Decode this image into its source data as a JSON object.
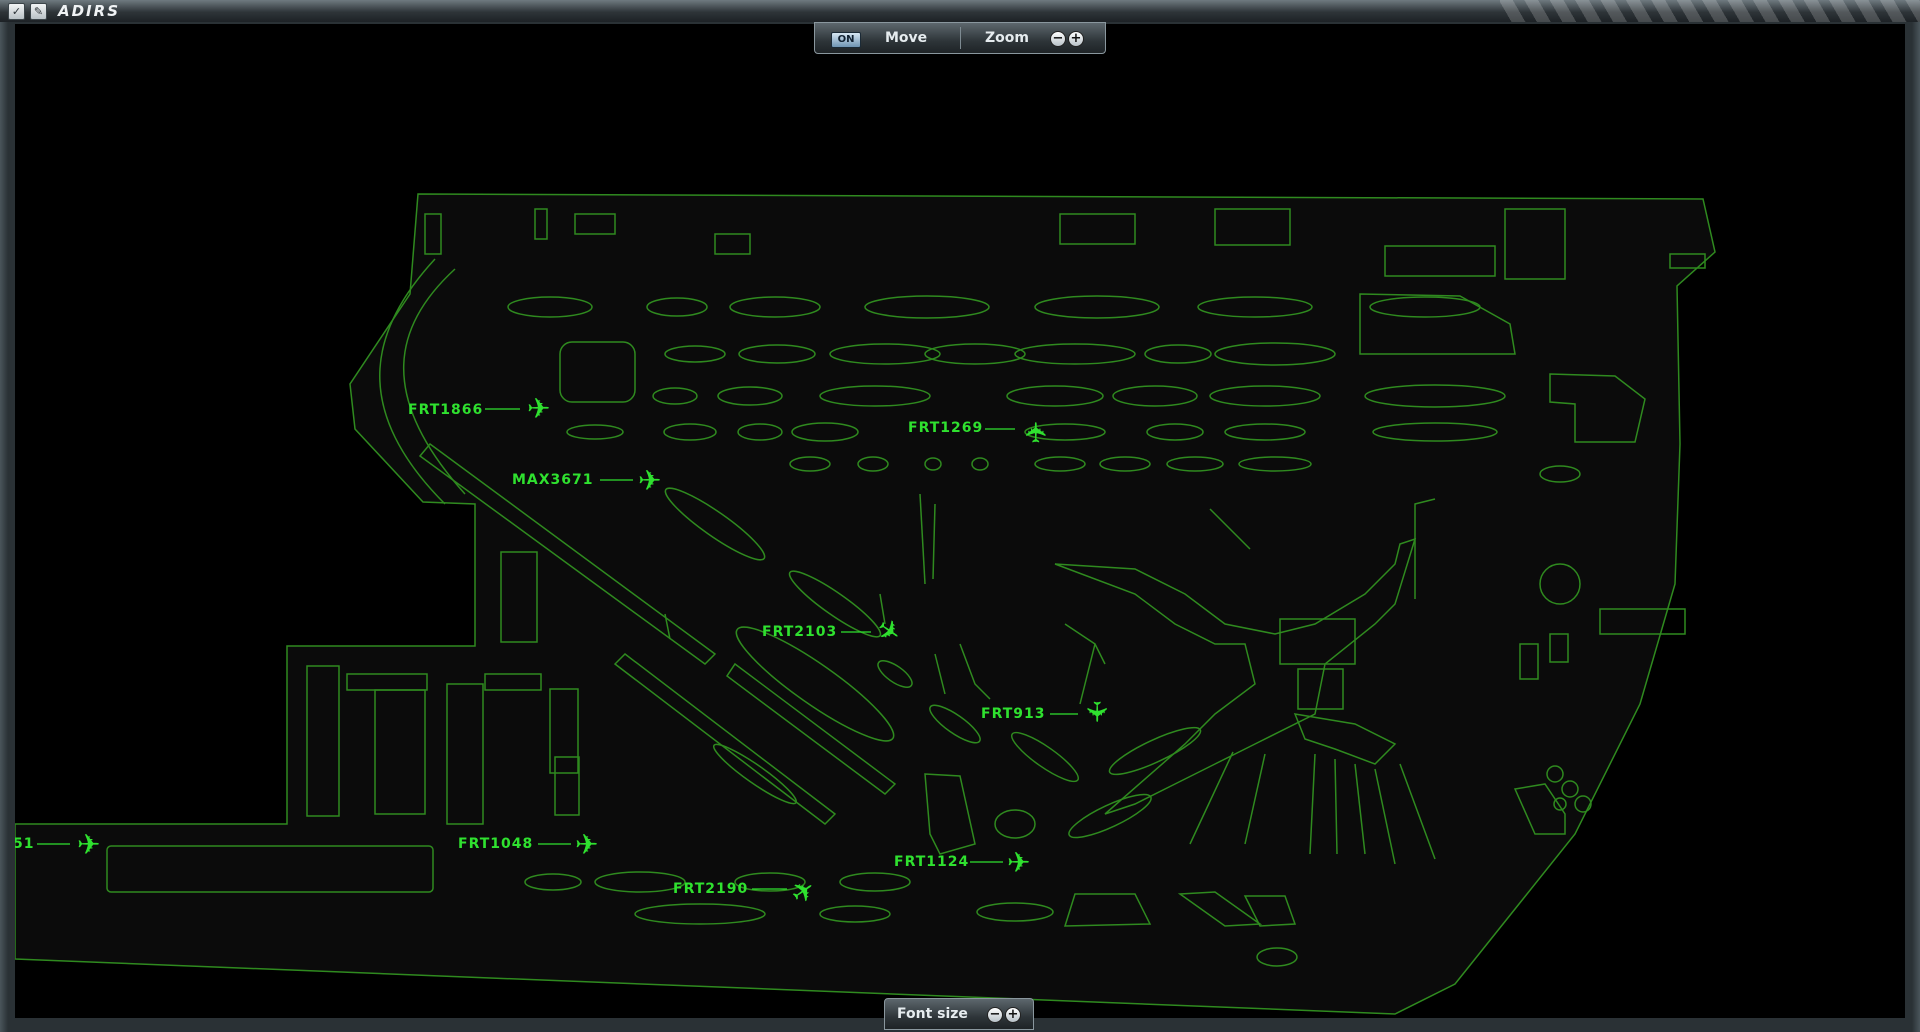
{
  "window": {
    "title": "ADIRS"
  },
  "toolbar": {
    "toggle_label": "ON",
    "move_label": "Move",
    "zoom_label": "Zoom",
    "zoom_out": "−",
    "zoom_in": "+"
  },
  "footer": {
    "font_size_label": "Font size",
    "decrease": "−",
    "increase": "+"
  },
  "colors": {
    "outline": "#2f8a1f",
    "aircraft": "#2fe12f",
    "background": "#000000"
  },
  "aircraft": [
    {
      "callsign": "FRT1866",
      "icon": "airplane-icon",
      "heading": "east"
    },
    {
      "callsign": "FRT1269",
      "icon": "airplane-icon",
      "heading": "north"
    },
    {
      "callsign": "MAX3671",
      "icon": "airplane-icon",
      "heading": "east"
    },
    {
      "callsign": "FRT2103",
      "icon": "airplane-icon",
      "heading": "southeast"
    },
    {
      "callsign": "FRT913",
      "icon": "airplane-icon",
      "heading": "south"
    },
    {
      "callsign": "FRT1048",
      "icon": "airplane-icon",
      "heading": "east"
    },
    {
      "callsign": "FRT1124",
      "icon": "airplane-icon",
      "heading": "east"
    },
    {
      "callsign": "FRT2190",
      "icon": "airplane-icon",
      "heading": "northeast"
    },
    {
      "callsign": "51",
      "icon": "airplane-icon",
      "heading": "east"
    }
  ]
}
